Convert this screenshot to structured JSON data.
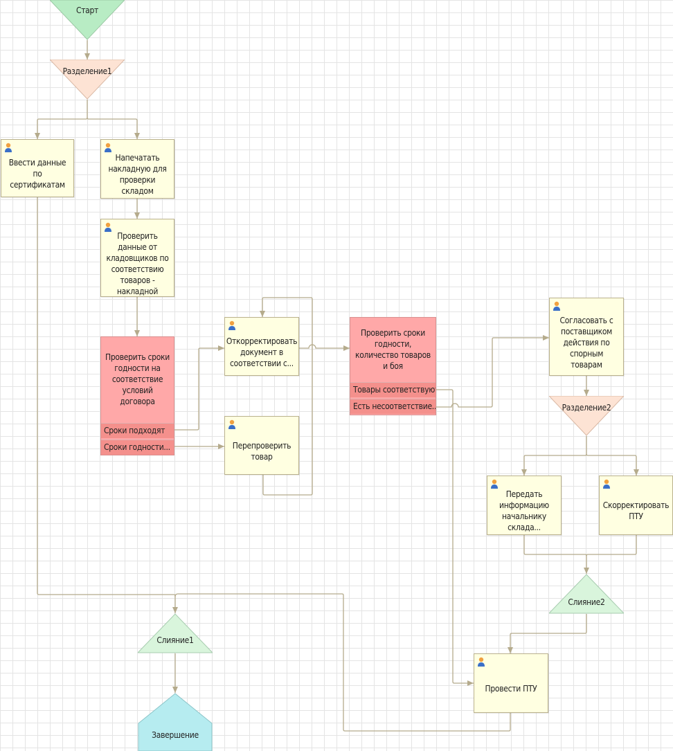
{
  "colors": {
    "grid": "#e4e4e4",
    "task_fill": "#ffffe1",
    "condition_fill": "#ffa8a8",
    "condition_option_fill": "#f4908c",
    "start_fill": "#b8ecc4",
    "split_fill": "#fde3d4",
    "merge_fill": "#d9f5dc",
    "end_fill": "#b6ecf0",
    "connector": "#b5ab8c"
  },
  "nodes": {
    "start": "Старт",
    "split1": "Разделение1",
    "task_certificates": "Ввести данные по сертификатам",
    "task_print_invoice": "Напечатать накладную для проверки складом",
    "task_check_storekeepers": "Проверить данные от кладовщиков по соответствию товаров - накладной",
    "cond_expiry_contract": {
      "title": "Проверить сроки годности на соответствие условий договора",
      "options": [
        "Сроки подходят",
        "Сроки годности..."
      ]
    },
    "task_correct_document": "Откорректировать документ в соответствии с...",
    "task_recheck_goods": "Перепроверить товар",
    "cond_expiry_quantity": {
      "title": "Проверить сроки годности, количество товаров и боя",
      "options": [
        "Товары соответствуют",
        "Есть несоответствие..."
      ]
    },
    "task_agree_supplier": "Согласовать с поставщиком действия по спорным товарам",
    "split2": "Разделение2",
    "task_inform_head": "Передать информацию начальнику склада...",
    "task_correct_ptu": "Скорректировать ПТУ",
    "merge2": "Слияние2",
    "merge1": "Слияние1",
    "task_post_ptu": "Провести ПТУ",
    "end": "Завершение"
  },
  "icons": {
    "task_user": "user-icon"
  }
}
